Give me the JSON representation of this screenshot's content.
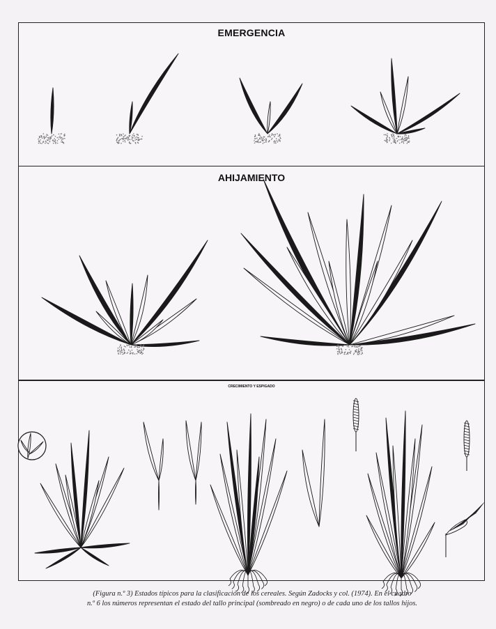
{
  "panels": [
    {
      "title": "EMERGENCIA"
    },
    {
      "title": "AHIJAMIENTO"
    },
    {
      "title": "CRECIMIENTO Y ESPIGADO"
    }
  ],
  "caption": {
    "line1": "(Figura n.º 3) Estados típicos para la clasificación de los cereales. Según Zadocks y col. (1974). En el cuadro",
    "line2": "n.º 6 los números representan el estado del tallo principal (sombreado en negro) o de cada uno de los tallos hijos."
  },
  "colors": {
    "ink": "#1a1a1a",
    "paper": "#f7f5f7",
    "soil": "#777777"
  }
}
